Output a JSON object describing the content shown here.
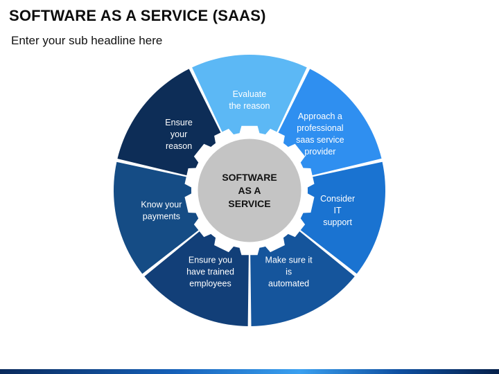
{
  "title": "SOFTWARE AS A SERVICE (SAAS)",
  "subtitle": "Enter your sub headline here",
  "hub": {
    "lines": [
      "SOFTWARE",
      "AS A",
      "SERVICE"
    ]
  },
  "segments": [
    {
      "name": "segment-evaluate",
      "color": "#5cb8f5",
      "lines": [
        "Evaluate",
        "the reason"
      ]
    },
    {
      "name": "segment-approach-provider",
      "color": "#2f8ff0",
      "lines": [
        "Approach a",
        "professional",
        "saas service",
        "provider"
      ]
    },
    {
      "name": "segment-consider-it-support",
      "color": "#1a73d1",
      "lines": [
        "Consider",
        "IT",
        "support"
      ]
    },
    {
      "name": "segment-automated",
      "color": "#15559c",
      "lines": [
        "Make sure it",
        "is",
        "automated"
      ]
    },
    {
      "name": "segment-trained-employees",
      "color": "#123f78",
      "lines": [
        "Ensure you",
        "have trained",
        "employees"
      ]
    },
    {
      "name": "segment-know-payments",
      "color": "#154c85",
      "lines": [
        "Know your",
        "payments"
      ]
    },
    {
      "name": "segment-ensure-reason",
      "color": "#0d2d57",
      "lines": [
        "Ensure",
        "your",
        "reason"
      ]
    }
  ],
  "colors": {
    "gear": "#ffffff",
    "hub": "#c4c4c4",
    "hub_ring": "#ffffff"
  }
}
